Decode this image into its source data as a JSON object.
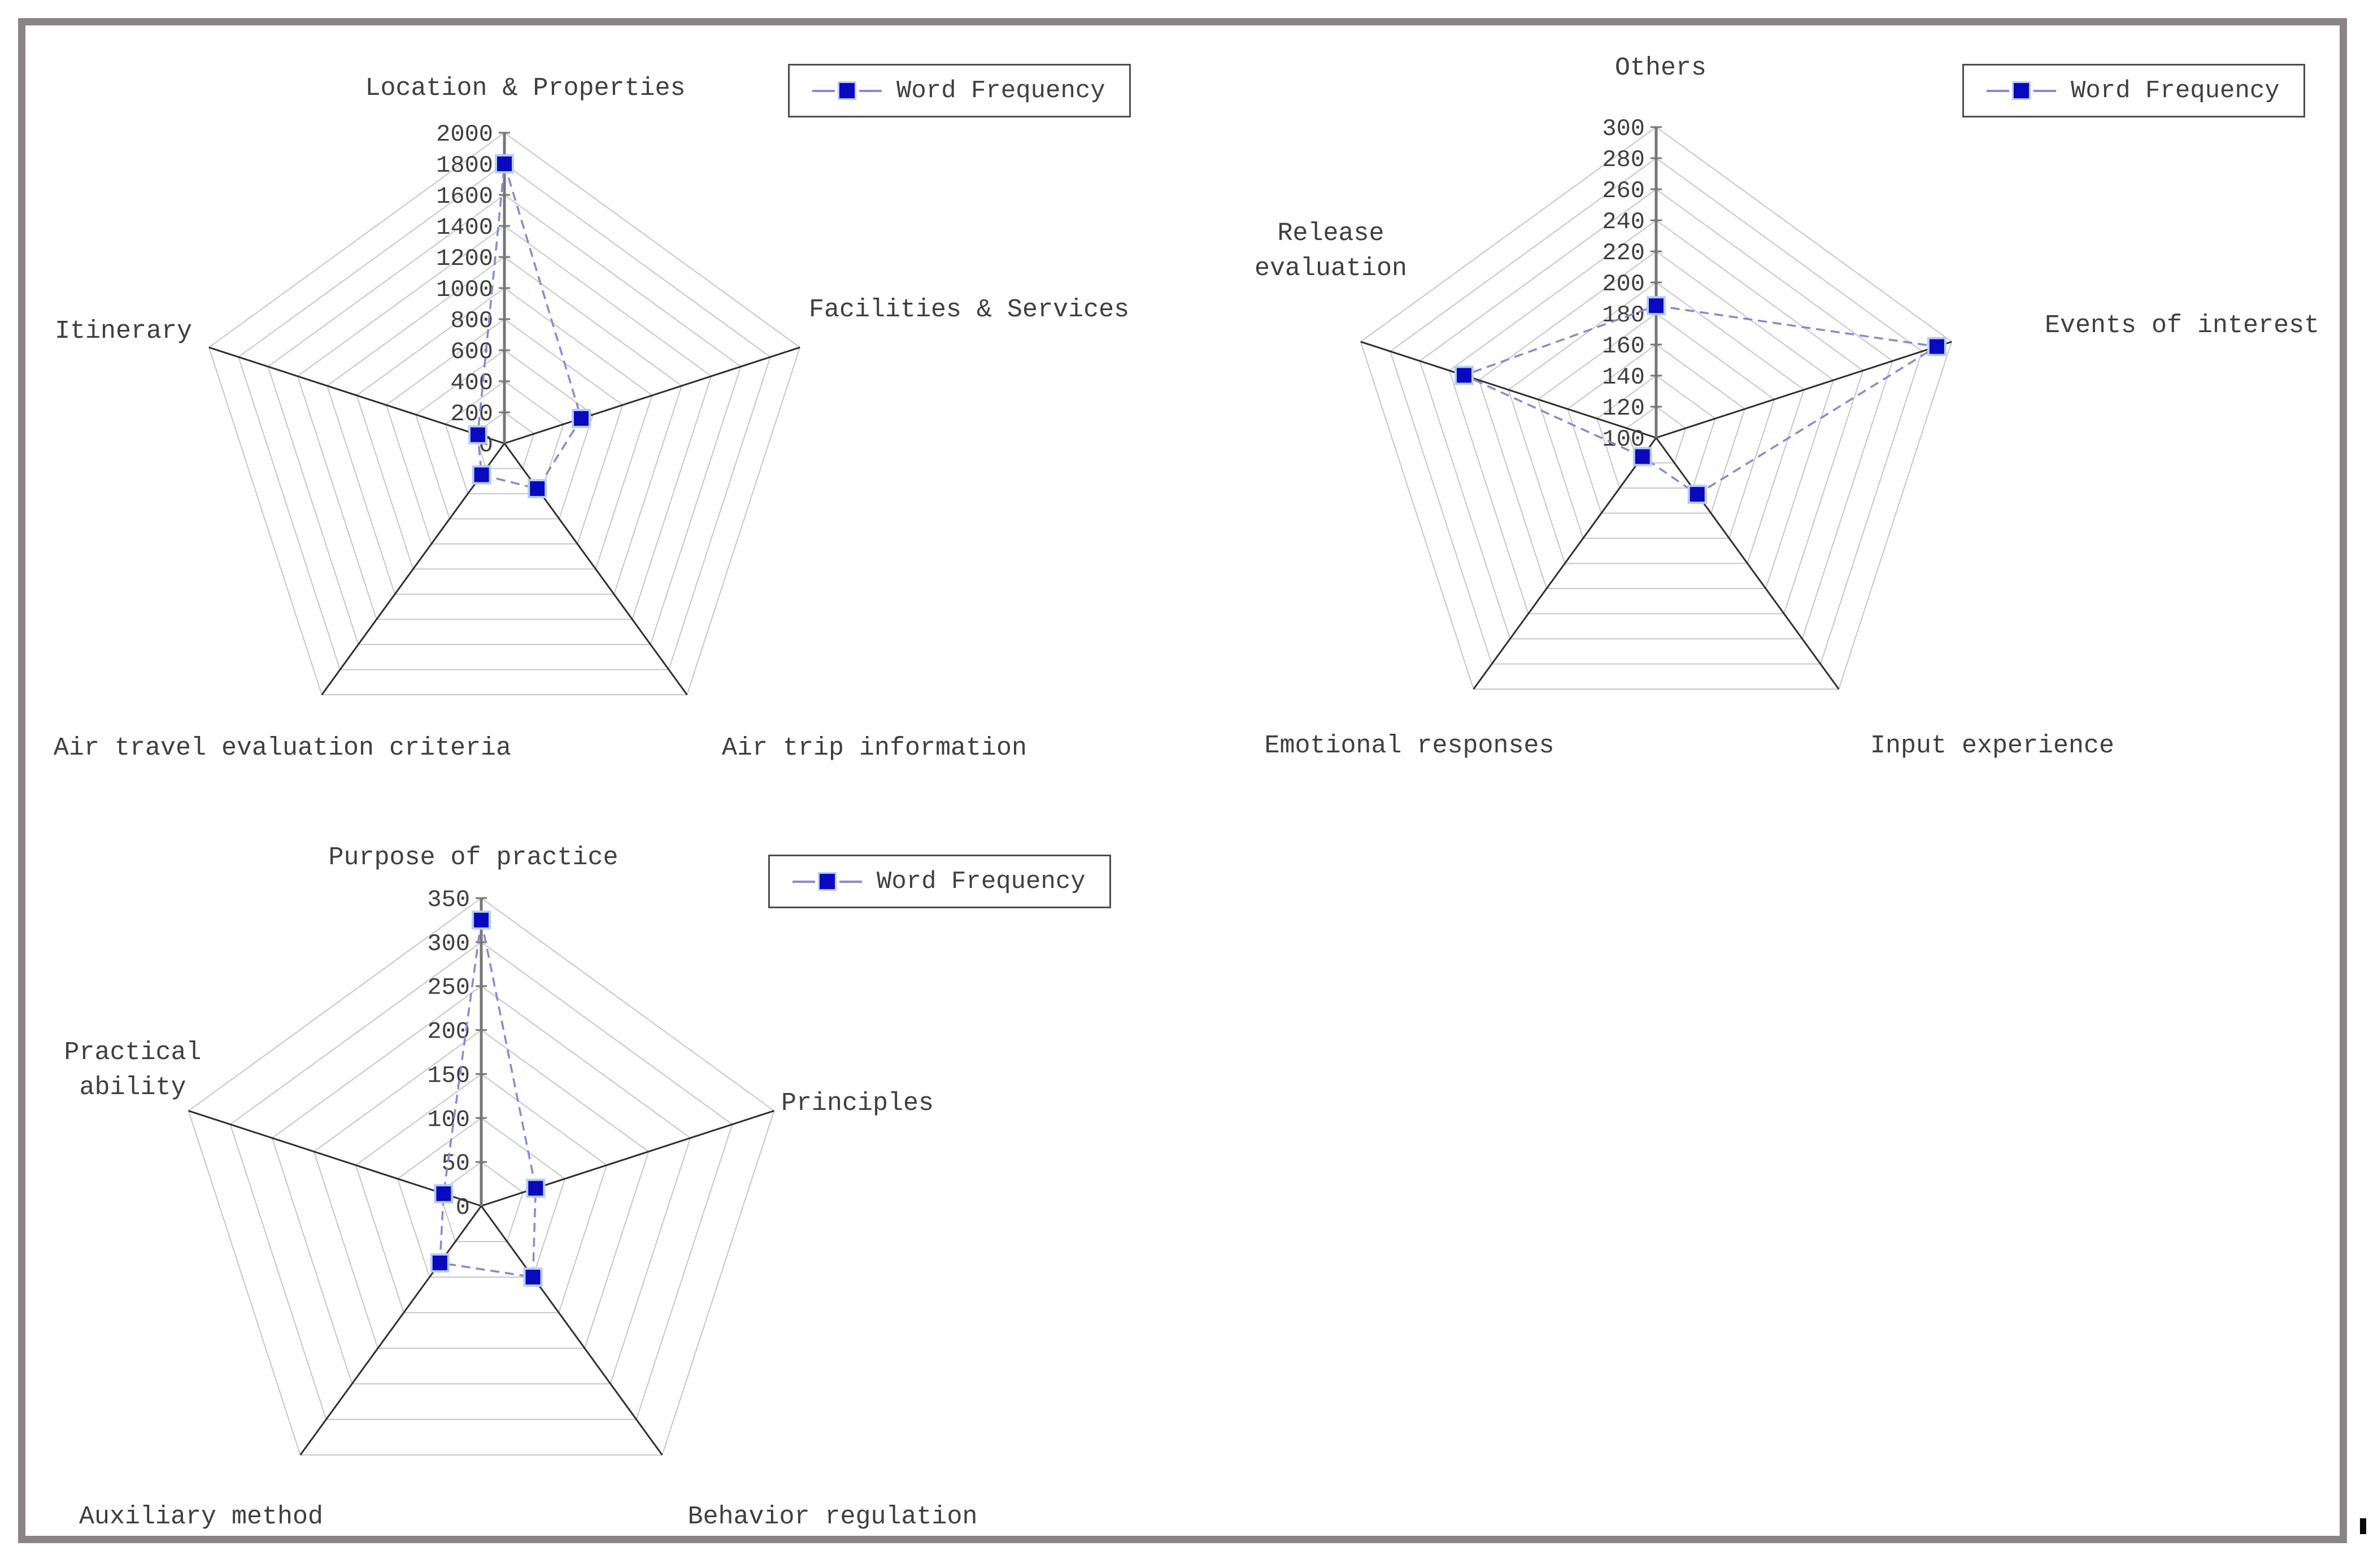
{
  "frame": {
    "color": "#8b8487"
  },
  "legend": {
    "label": "Word Frequency"
  },
  "colors": {
    "marker": "#0909c0",
    "series_line": "#8789d4",
    "grid_ring": "#c7c7c7",
    "spoke": "#2f2f2f",
    "value_axis": "#767676",
    "text": "#3f3f3f"
  },
  "stray_mark": "",
  "chart_data": [
    {
      "type": "radar",
      "title": "",
      "legend_entries": [
        "Word Frequency"
      ],
      "categories": [
        "Location & Properties",
        "Facilities & Services",
        "Air trip information",
        "Air travel evaluation criteria",
        "Itinerary"
      ],
      "series": [
        {
          "name": "Word Frequency",
          "values": [
            1800,
            520,
            360,
            250,
            180
          ]
        }
      ],
      "axis": {
        "min": 0,
        "max": 2000,
        "step": 200,
        "tick_labels": [
          "0",
          "200",
          "400",
          "600",
          "800",
          "1000",
          "1200",
          "1400",
          "1600",
          "1800",
          "2000"
        ]
      },
      "grid": "pentagon-web",
      "legend_position": "top-right"
    },
    {
      "type": "radar",
      "title": "",
      "legend_entries": [
        "Word Frequency"
      ],
      "categories": [
        "Others",
        "Events of interest",
        "Input experience",
        "Emotional responses",
        "Release evaluation"
      ],
      "series": [
        {
          "name": "Word Frequency",
          "values": [
            185,
            290,
            145,
            115,
            230
          ]
        }
      ],
      "axis": {
        "min": 100,
        "max": 300,
        "step": 20,
        "tick_labels": [
          "100",
          "120",
          "140",
          "160",
          "180",
          "200",
          "220",
          "240",
          "260",
          "280",
          "300"
        ]
      },
      "grid": "pentagon-web",
      "legend_position": "top-right"
    },
    {
      "type": "radar",
      "title": "",
      "legend_entries": [
        "Word Frequency"
      ],
      "categories": [
        "Purpose of practice",
        "Principles",
        "Behavior regulation",
        "Auxiliary method",
        "Practical ability"
      ],
      "series": [
        {
          "name": "Word Frequency",
          "values": [
            325,
            65,
            100,
            80,
            45
          ]
        }
      ],
      "axis": {
        "min": 0,
        "max": 350,
        "step": 50,
        "tick_labels": [
          "0",
          "50",
          "100",
          "150",
          "200",
          "250",
          "300",
          "350"
        ]
      },
      "grid": "pentagon-web",
      "legend_position": "top-right"
    }
  ]
}
